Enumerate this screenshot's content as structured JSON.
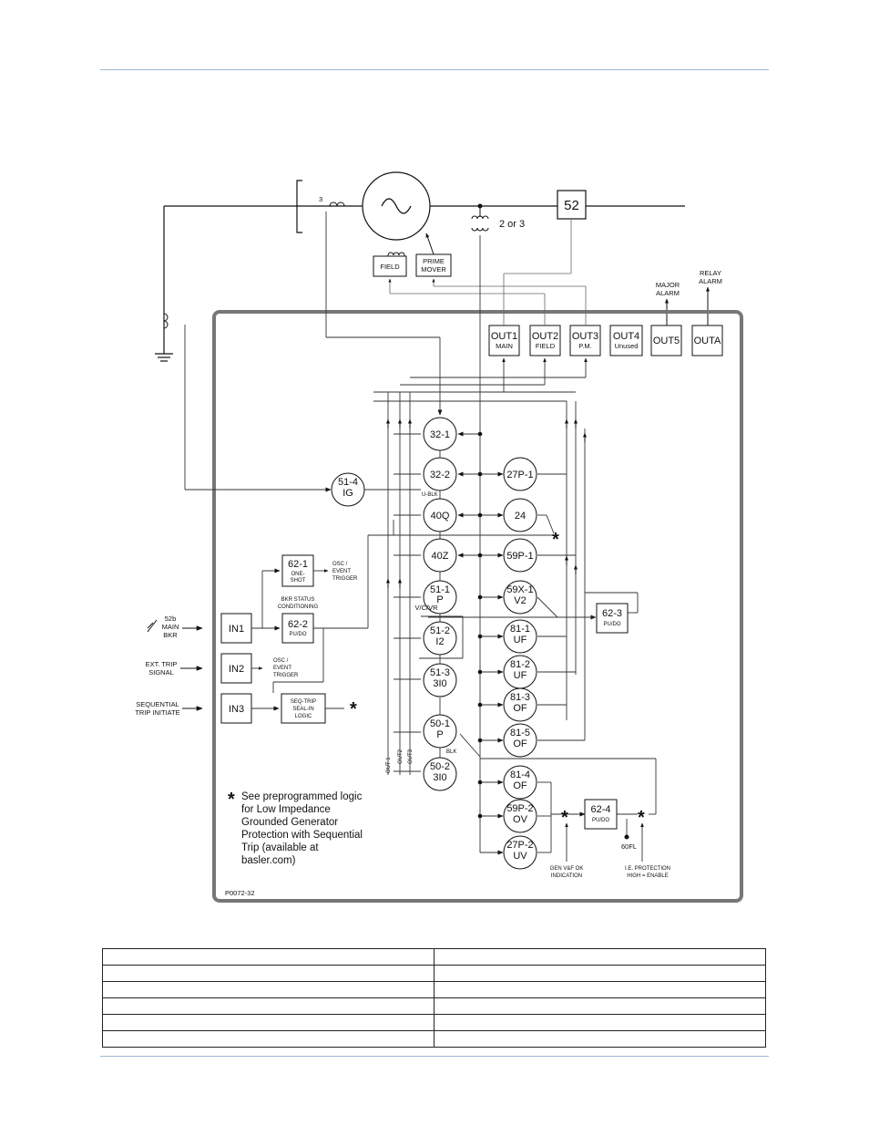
{
  "figure_id": "P0072-32",
  "generator": {
    "ct_count": "3",
    "vt_count": "2 or 3"
  },
  "breaker": "52",
  "field": "FIELD",
  "prime_mover": [
    "PRIME",
    "MOVER"
  ],
  "alarms": {
    "major": [
      "MAJOR",
      "ALARM"
    ],
    "relay": [
      "RELAY",
      "ALARM"
    ]
  },
  "outputs": [
    {
      "id": "OUT1",
      "label": "OUT1",
      "sub": "MAIN"
    },
    {
      "id": "OUT2",
      "label": "OUT2",
      "sub": "FIELD"
    },
    {
      "id": "OUT3",
      "label": "OUT3",
      "sub": "P.M."
    },
    {
      "id": "OUT4",
      "label": "OUT4",
      "sub": "Unused"
    },
    {
      "id": "OUT5",
      "label": "OUT5",
      "sub": ""
    },
    {
      "id": "OUTA",
      "label": "OUTA",
      "sub": ""
    }
  ],
  "center_elements": [
    {
      "id": "32-1",
      "l1": "32-1",
      "l2": ""
    },
    {
      "id": "32-2",
      "l1": "32-2",
      "l2": ""
    },
    {
      "id": "40Q",
      "l1": "40Q",
      "l2": ""
    },
    {
      "id": "40Z",
      "l1": "40Z",
      "l2": ""
    },
    {
      "id": "51-1",
      "l1": "51-1",
      "l2": "P"
    },
    {
      "id": "51-2",
      "l1": "51-2",
      "l2": "I2"
    },
    {
      "id": "51-3",
      "l1": "51-3",
      "l2": "3I0"
    },
    {
      "id": "50-1",
      "l1": "50-1",
      "l2": "P"
    },
    {
      "id": "50-2",
      "l1": "50-2",
      "l2": "3I0"
    }
  ],
  "right_elements": [
    {
      "id": "27P-1",
      "l1": "27P-1",
      "l2": ""
    },
    {
      "id": "24",
      "l1": "24",
      "l2": ""
    },
    {
      "id": "59P-1",
      "l1": "59P-1",
      "l2": ""
    },
    {
      "id": "59X-1",
      "l1": "59X-1",
      "l2": "V2"
    },
    {
      "id": "81-1",
      "l1": "81-1",
      "l2": "UF"
    },
    {
      "id": "81-2",
      "l1": "81-2",
      "l2": "UF"
    },
    {
      "id": "81-3",
      "l1": "81-3",
      "l2": "OF"
    },
    {
      "id": "81-5",
      "l1": "81-5",
      "l2": "OF"
    },
    {
      "id": "81-4",
      "l1": "81-4",
      "l2": "OF"
    },
    {
      "id": "59P-2",
      "l1": "59P-2",
      "l2": "OV"
    },
    {
      "id": "27P-2",
      "l1": "27P-2",
      "l2": "UV"
    }
  ],
  "ground_element": {
    "l1": "51-4",
    "l2": "IG"
  },
  "small_labels": {
    "u_blk": "U-BLK",
    "vc_vr": "V/C/VR",
    "blk": "BLK",
    "out1": "OUT 1",
    "out2": "OUT2",
    "out3": "OUT3"
  },
  "inputs": [
    {
      "id": "IN1",
      "label": "IN1",
      "signal": [
        "52b",
        "MAIN",
        "BKR"
      ]
    },
    {
      "id": "IN2",
      "label": "IN2",
      "signal": [
        "EXT. TRIP",
        "SIGNAL"
      ]
    },
    {
      "id": "IN3",
      "label": "IN3",
      "signal": [
        "SEQUENTIAL",
        "TRIP INITIATE"
      ]
    }
  ],
  "logic_blocks": {
    "b62_1": {
      "l1": "62-1",
      "l2": "ONE-",
      "l3": "SHOT"
    },
    "b62_2": {
      "l1": "62-2",
      "l2": "PU/DO"
    },
    "b62_3": {
      "l1": "62-3",
      "l2": "PU/DO"
    },
    "b62_4": {
      "l1": "62-4",
      "l2": "PU/DO"
    },
    "seq": {
      "l1": "SEQ-TRIP",
      "l2": "SEAL-IN",
      "l3": "LOGIC"
    }
  },
  "annotations": {
    "osc1": [
      "OSC /",
      "EVENT",
      "TRIGGER"
    ],
    "osc2": [
      "OSC /",
      "EVENT",
      "TRIGGER"
    ],
    "bkr_status": [
      "BKR STATUS",
      "CONDITIONING"
    ],
    "gen_vf": [
      "GEN V&F OK",
      "INDICATION"
    ],
    "ie_prot": [
      "I.E. PROTECTION",
      "HIGH = ENABLE"
    ],
    "fl60": "60FL"
  },
  "star": "*",
  "note": [
    "See preprogrammed logic",
    "for Low Impedance",
    "Grounded Generator",
    "Protection with Sequential",
    "Trip (available at",
    "basler.com)"
  ],
  "table_rows": 6
}
